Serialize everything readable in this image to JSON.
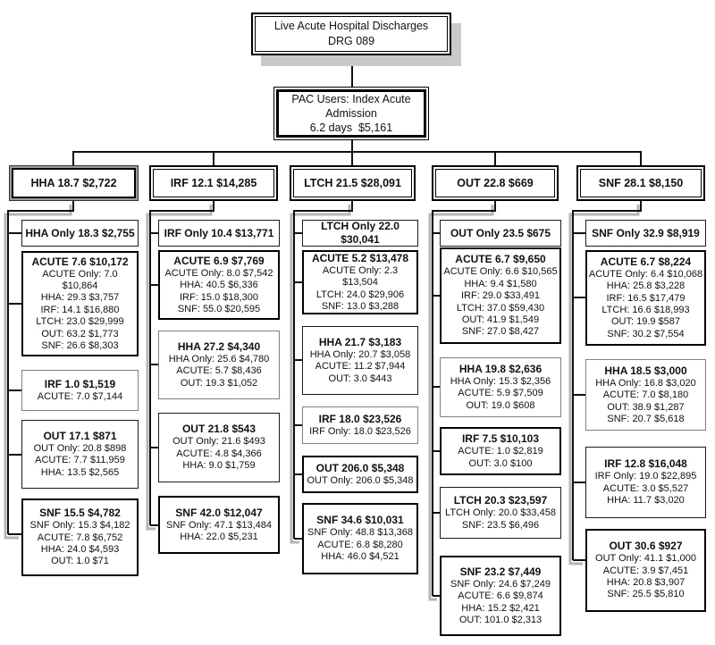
{
  "root": {
    "lines": [
      "Live Acute Hospital Discharges",
      "DRG 089"
    ]
  },
  "pac": {
    "lines": [
      "PAC Users: Index Acute",
      "Admission",
      "6.2 days  $5,161"
    ]
  },
  "columns": [
    {
      "header": "HHA 18.7 $2,722",
      "boxes": [
        {
          "title": "HHA Only 18.3 $2,755",
          "lines": []
        },
        {
          "title": "ACUTE 7.6 $10,172",
          "lines": [
            "ACUTE Only: 7.0 $10,864",
            "HHA: 29.3 $3,757",
            "IRF: 14.1 $16,880",
            "LTCH: 23.0 $29,999",
            "OUT: 63.2 $1,773",
            "SNF: 26.6 $8,303"
          ]
        },
        {
          "title": "IRF 1.0 $1,519",
          "lines": [
            "ACUTE: 7.0 $7,144"
          ]
        },
        {
          "title": "OUT 17.1 $871",
          "lines": [
            "OUT Only: 20.8 $898",
            "ACUTE: 7.7 $11,959",
            "HHA: 13.5 $2,565"
          ]
        },
        {
          "title": "SNF 15.5 $4,782",
          "lines": [
            "SNF Only: 15.3 $4,182",
            "ACUTE: 7.8 $6,752",
            "HHA: 24.0 $4,593",
            "OUT: 1.0 $71"
          ]
        }
      ]
    },
    {
      "header": "IRF 12.1 $14,285",
      "boxes": [
        {
          "title": "IRF Only 10.4 $13,771",
          "lines": []
        },
        {
          "title": "ACUTE 6.9 $7,769",
          "lines": [
            "ACUTE Only: 8.0 $7,542",
            "HHA: 40.5 $6,336",
            "IRF: 15.0 $18,300",
            "SNF: 55.0 $20,595"
          ]
        },
        {
          "title": "HHA 27.2 $4,340",
          "lines": [
            "HHA Only: 25.6 $4,780",
            "ACUTE: 5.7 $8,436",
            "OUT: 19.3 $1,052"
          ]
        },
        {
          "title": "OUT 21.8 $543",
          "lines": [
            "OUT Only: 21.6 $493",
            "ACUTE: 4.8 $4,366",
            "HHA: 9.0 $1,759"
          ]
        },
        {
          "title": "SNF 42.0 $12,047",
          "lines": [
            "SNF Only: 47.1 $13,484",
            "HHA: 22.0 $5,231"
          ]
        }
      ]
    },
    {
      "header": "LTCH 21.5 $28,091",
      "boxes": [
        {
          "title": "LTCH Only 22.0 $30,041",
          "lines": []
        },
        {
          "title": "ACUTE 5.2 $13,478",
          "lines": [
            "ACUTE Only: 2.3 $13,504",
            "LTCH: 24.0 $29,906",
            "SNF: 13.0 $3,288"
          ]
        },
        {
          "title": "HHA 21.7 $3,183",
          "lines": [
            "HHA Only: 20.7 $3,058",
            "ACUTE: 11.2 $7,944",
            "OUT: 3.0 $443"
          ]
        },
        {
          "title": "IRF 18.0 $23,526",
          "lines": [
            "IRF Only: 18.0 $23,526"
          ]
        },
        {
          "title": "OUT 206.0 $5,348",
          "lines": [
            "OUT Only: 206.0 $5,348"
          ]
        },
        {
          "title": "SNF 34.6 $10,031",
          "lines": [
            "SNF Only: 48.8 $13,368",
            "ACUTE: 6.8 $8,280",
            "HHA: 46.0 $4,521"
          ]
        }
      ]
    },
    {
      "header": "OUT 22.8 $669",
      "boxes": [
        {
          "title": "OUT Only 23.5 $675",
          "lines": []
        },
        {
          "title": "ACUTE 6.7 $9,650",
          "lines": [
            "ACUTE Only: 6.6 $10,565",
            "HHA: 9.4 $1,580",
            "IRF: 29.0 $33,491",
            "LTCH: 37.0 $59,430",
            "OUT: 41.9 $1,549",
            "SNF: 27.0 $8,427"
          ]
        },
        {
          "title": "HHA 19.8 $2,636",
          "lines": [
            "HHA Only: 15.3 $2,356",
            "ACUTE: 5.9 $7,509",
            "OUT: 19.0 $608"
          ]
        },
        {
          "title": "IRF 7.5 $10,103",
          "lines": [
            "ACUTE: 1.0 $2,819",
            "OUT: 3.0 $100"
          ]
        },
        {
          "title": "LTCH 20.3 $23,597",
          "lines": [
            "LTCH Only: 20.0 $33,458",
            "SNF: 23.5 $6,496"
          ]
        },
        {
          "title": "SNF 23.2 $7,449",
          "lines": [
            "SNF Only: 24.6 $7,249",
            "ACUTE: 6.6 $9,874",
            "HHA: 15.2 $2,421",
            "OUT: 101.0 $2,313"
          ]
        }
      ]
    },
    {
      "header": "SNF 28.1 $8,150",
      "boxes": [
        {
          "title": "SNF Only 32.9 $8,919",
          "lines": []
        },
        {
          "title": "ACUTE 6.7 $8,224",
          "lines": [
            "ACUTE Only: 6.4 $10,068",
            "HHA: 25.8 $3,228",
            "IRF: 16.5 $17,479",
            "LTCH: 16.6 $18,993",
            "OUT: 19.9 $587",
            "SNF: 30.2 $7,554"
          ]
        },
        {
          "title": "HHA 18.5 $3,000",
          "lines": [
            "HHA Only: 16.8 $3,020",
            "ACUTE: 7.0 $8,180",
            "OUT: 38.9 $1,287",
            "SNF: 20.7 $5,618"
          ]
        },
        {
          "title": "IRF 12.8 $16,048",
          "lines": [
            "IRF Only: 19.0 $22,895",
            "ACUTE: 3.0 $5,527",
            "HHA: 11.7 $3,020"
          ]
        },
        {
          "title": "OUT 30.6 $927",
          "lines": [
            "OUT Only: 41.1 $1,000",
            "ACUTE: 3.9 $7,451",
            "HHA: 20.8 $3,907",
            "SNF: 25.5 $5,810"
          ]
        }
      ]
    }
  ]
}
